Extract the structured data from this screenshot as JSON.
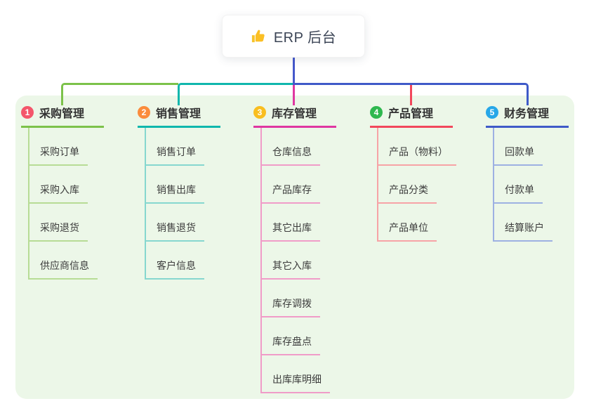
{
  "root": {
    "title": "ERP 后台",
    "icon": "thumbs-up-icon",
    "connector_color": "#4558cb"
  },
  "panel": {
    "bg": "#ecf7e8"
  },
  "branches": [
    {
      "num": "1",
      "label": "采购管理",
      "colors": {
        "badge": "#f4566b",
        "line": "#7cc24a",
        "light": "#b7dc95"
      },
      "children": [
        "采购订单",
        "采购入库",
        "采购退货",
        "供应商信息"
      ]
    },
    {
      "num": "2",
      "label": "销售管理",
      "colors": {
        "badge": "#fb8c3c",
        "line": "#10b7ad",
        "light": "#86d7cf"
      },
      "children": [
        "销售订单",
        "销售出库",
        "销售退货",
        "客户信息"
      ]
    },
    {
      "num": "3",
      "label": "库存管理",
      "colors": {
        "badge": "#f9be1f",
        "line": "#df37a1",
        "light": "#f09cc8"
      },
      "children": [
        "仓库信息",
        "产品库存",
        "其它出库",
        "其它入库",
        "库存调拨",
        "库存盘点",
        "出库库明细"
      ]
    },
    {
      "num": "4",
      "label": "产品管理",
      "colors": {
        "badge": "#2eb84e",
        "line": "#f2485c",
        "light": "#f7a3a6"
      },
      "children": [
        "产品（物料）",
        "产品分类",
        "产品单位"
      ]
    },
    {
      "num": "5",
      "label": "财务管理",
      "colors": {
        "badge": "#27a7e8",
        "line": "#3f5ac8",
        "light": "#9db1e2"
      },
      "children": [
        "回款单",
        "付款单",
        "结算账户"
      ]
    }
  ]
}
